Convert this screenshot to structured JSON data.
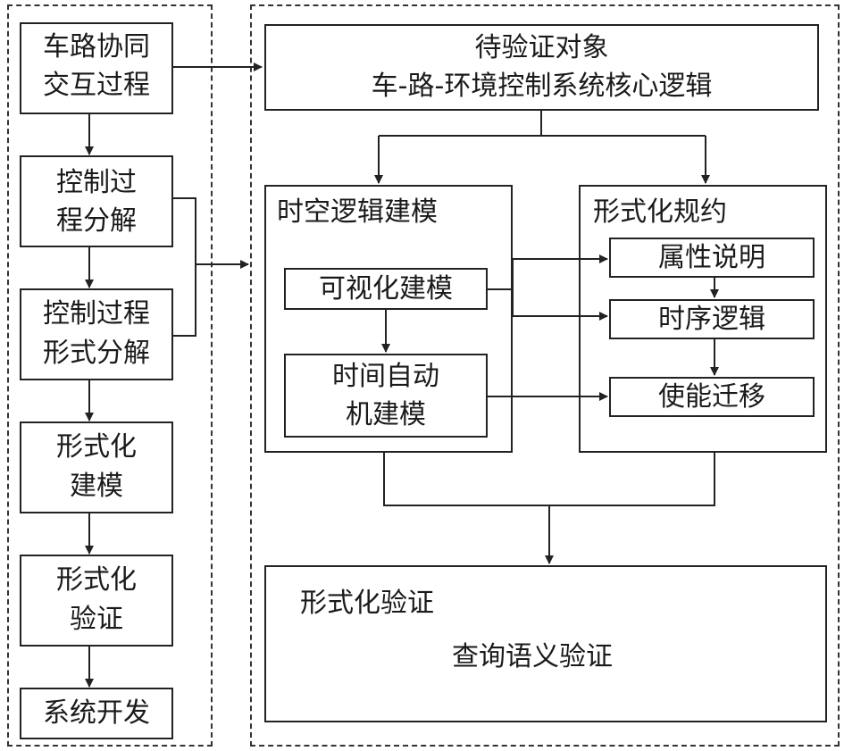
{
  "left_steps": {
    "step1": [
      "车路协同",
      "交互过程"
    ],
    "step2": [
      "控制过",
      "程分解"
    ],
    "step3": [
      "控制过程",
      "形式分解"
    ],
    "step4": [
      "形式化",
      "建模"
    ],
    "step5": [
      "形式化",
      "验证"
    ],
    "step6": "系统开发"
  },
  "target": {
    "line1": "待验证对象",
    "line2": "车-路-环境控制系统核心逻辑"
  },
  "spatiotemporal": {
    "title": "时空逻辑建模",
    "visual": "可视化建模",
    "automaton": [
      "时间自动",
      "机建模"
    ]
  },
  "spec": {
    "title": "形式化规约",
    "property": "属性说明",
    "temporal": "时序逻辑",
    "enable": "使能迁移"
  },
  "verify": {
    "title": "形式化验证",
    "query": "查询语义验证"
  },
  "colors": {
    "line": "#222222",
    "dash": "#333333",
    "text": "#1a1a1a"
  }
}
